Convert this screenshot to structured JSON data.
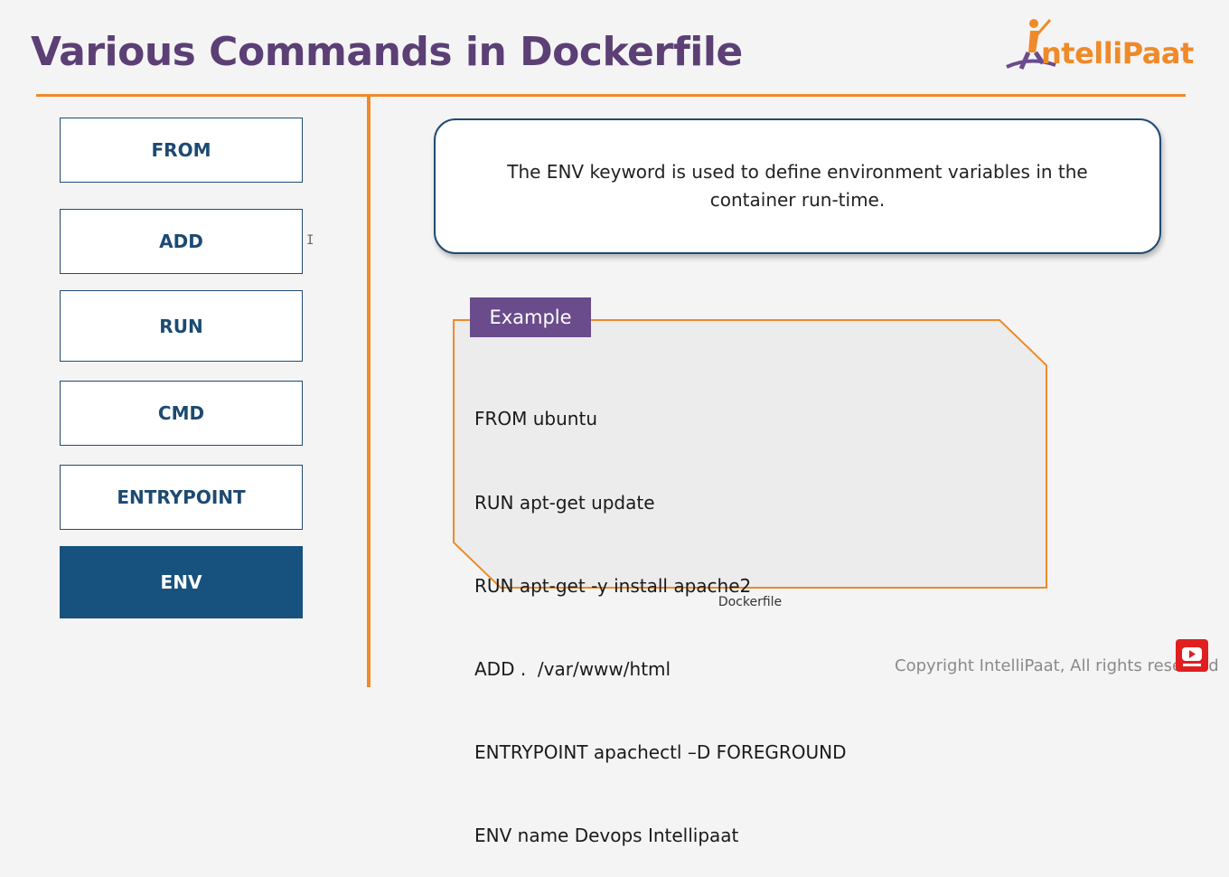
{
  "title": "Various Commands in Dockerfile",
  "logo": {
    "text": "ntelliPaat",
    "icon": "intellipaat-person-logo-icon"
  },
  "colors": {
    "title": "#5b3f75",
    "accent_orange": "#ef8a2a",
    "navy": "#16527d",
    "example_tab": "#6a4b8c"
  },
  "commands": [
    {
      "label": "FROM"
    },
    {
      "label": "ADD"
    },
    {
      "label": "RUN"
    },
    {
      "label": "CMD"
    },
    {
      "label": "ENTRYPOINT"
    },
    {
      "label": "ENV",
      "active": true
    }
  ],
  "description": "The ENV keyword is used to define environment variables in the container run-time.",
  "example": {
    "tab_label": "Example",
    "lines": [
      "FROM ubuntu",
      "RUN apt-get update",
      "RUN apt-get -y install apache2",
      "ADD .  /var/www/html",
      "ENTRYPOINT apachectl –D FOREGROUND",
      "ENV name Devops Intellipaat"
    ],
    "caption": "Dockerfile"
  },
  "footer": {
    "copyright": "Copyright IntelliPaat, All rights reserved"
  },
  "overlay": {
    "subscribe_icon": "youtube-subscribe-icon"
  }
}
